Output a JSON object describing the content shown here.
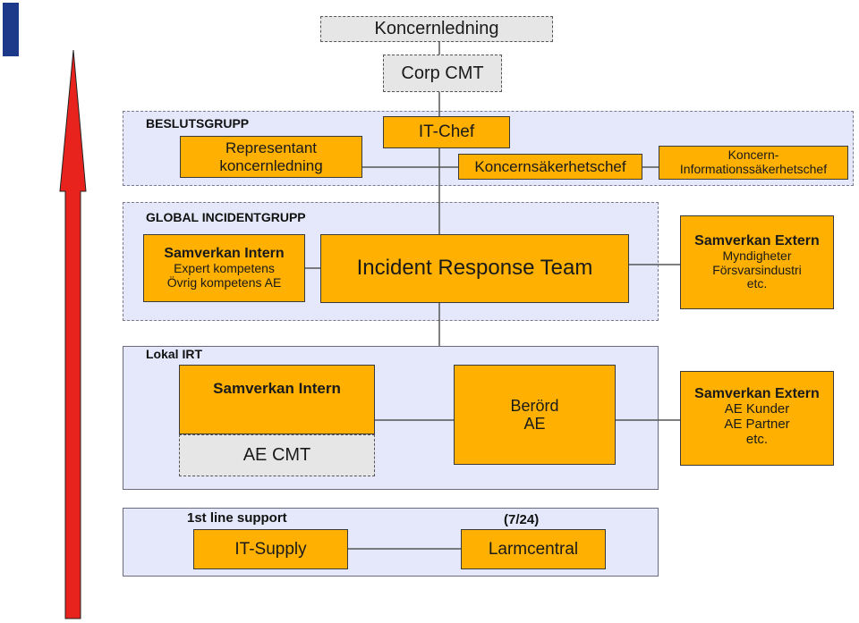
{
  "colors": {
    "box_fill": "#ffb000",
    "group_fill": "#e4e8fa",
    "gray_fill": "#e6e6e6",
    "arrow": "#e8221c",
    "corner_block": "#1d3a8a"
  },
  "top": {
    "koncernledning": "Koncernledning",
    "corp_cmt": "Corp CMT"
  },
  "beslutsgrupp": {
    "label": "BESLUTSGRUPP",
    "representant_line1": "Representant",
    "representant_line2": "koncernledning",
    "it_chef": "IT-Chef",
    "koncernsakerhetschef": "Koncernsäkerhetschef",
    "koncern_info_line1": "Koncern-",
    "koncern_info_line2": "Informationssäkerhetschef"
  },
  "global": {
    "label": "GLOBAL INCIDENTGRUPP",
    "intern_title": "Samverkan Intern",
    "intern_line1": "Expert kompetens",
    "intern_line2": "Övrig kompetens AE",
    "irt": "Incident Response Team",
    "extern_title": "Samverkan Extern",
    "extern_line1": "Myndigheter",
    "extern_line2": "Försvarsindustri",
    "extern_line3": "etc."
  },
  "lokal": {
    "label": "Lokal IRT",
    "intern_title": "Samverkan Intern",
    "ae_cmt": "AE CMT",
    "berord_line1": "Berörd",
    "berord_line2": "AE",
    "extern_title": "Samverkan Extern",
    "extern_line1": "AE Kunder",
    "extern_line2": "AE Partner",
    "extern_line3": "etc."
  },
  "support": {
    "first_line_label": "1st line support",
    "hours_label": "(7/24)",
    "it_supply": "IT-Supply",
    "larmcentral": "Larmcentral"
  }
}
